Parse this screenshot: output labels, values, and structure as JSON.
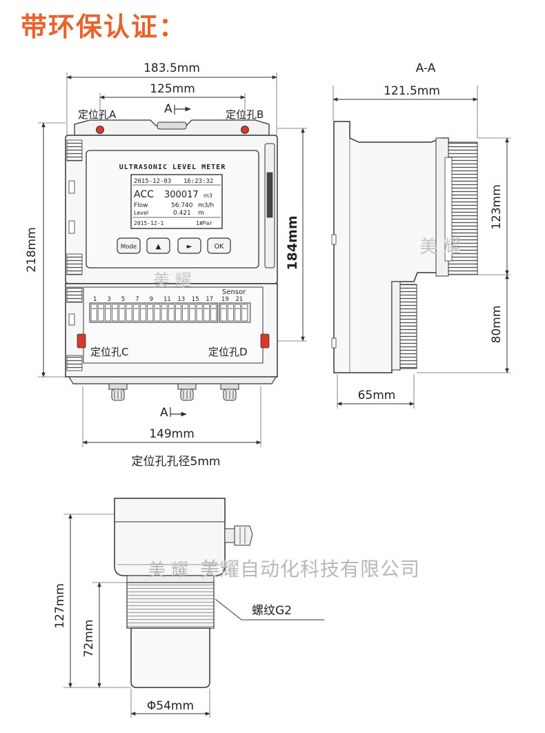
{
  "page_title": "带环保认证：",
  "front_view": {
    "width_overall": "183.5mm",
    "width_holes_top": "125mm",
    "section_marker_top": "A",
    "section_marker_bottom": "A",
    "hole_a": "定位孔A",
    "hole_b": "定位孔B",
    "hole_c": "定位孔C",
    "hole_d": "定位孔D",
    "height_overall": "218mm",
    "height_holes": "184mm",
    "width_holes_bottom": "149mm",
    "hole_diameter_note": "定位孔孔径5mm"
  },
  "display": {
    "panel_title": "ULTRASONIC LEVEL METER",
    "date": "2015-12-03",
    "time": "16:23:32",
    "acc_label": "ACC",
    "acc_value": "300017",
    "acc_unit": "m3",
    "flow_label": "Flow",
    "flow_value": "56.740",
    "flow_unit": "m3/h",
    "level_label": "Level",
    "level_value": "0.421",
    "level_unit": "m",
    "footer_date": "2015-12-1",
    "footer_code": "1#Par"
  },
  "buttons": {
    "mode": "Mode",
    "up": "▲",
    "right": "►",
    "ok": "OK"
  },
  "terminals": {
    "numbers": [
      "1",
      "3",
      "5",
      "7",
      "9",
      "11",
      "13",
      "15",
      "17"
    ],
    "sensor_label": "Sensor",
    "sensor_numbers": [
      "19",
      "21"
    ]
  },
  "side_view": {
    "section_label": "A-A",
    "width_top": "121.5mm",
    "height_upper": "123mm",
    "height_lower": "80mm",
    "width_bottom": "65mm"
  },
  "sensor_view": {
    "height_overall": "127mm",
    "height_lower": "72mm",
    "thread_label": "螺纹G2",
    "diameter": "Φ54mm"
  },
  "watermark": {
    "company": "美耀自动化科技有限公司",
    "prefix": "美 耀",
    "mark_front": "美 耀",
    "mark_side": "美 耀"
  }
}
